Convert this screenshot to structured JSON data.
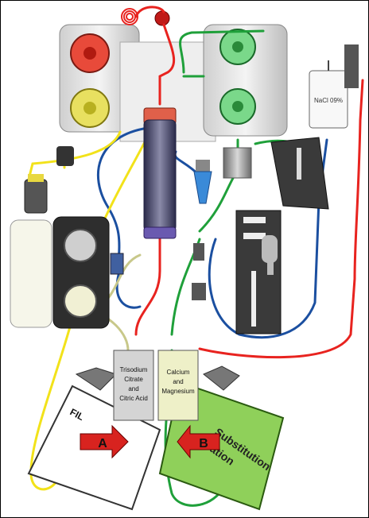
{
  "labels": {
    "nacl": "NaCl  09%",
    "citrate_line1": "Trisodium",
    "citrate_line2": "Citrate",
    "citrate_line3": "and",
    "citrate_line4": "Citric Acid",
    "calcium_line1": "Calcium",
    "calcium_line2": "and",
    "calcium_line3": "Magnesium",
    "filtrate": "FIL",
    "subst_line1": "Substitution",
    "subst_line2": "ation",
    "arrow_a": "A",
    "arrow_b": "B"
  },
  "colors": {
    "red_line": "#e8231f",
    "green_line": "#1fa03a",
    "blue_line": "#1b4fa0",
    "yellow_line": "#f2e21a",
    "khaki_line": "#c8c88a",
    "arrow_red": "#d8231f",
    "subst_bag": "#8fd05a"
  }
}
